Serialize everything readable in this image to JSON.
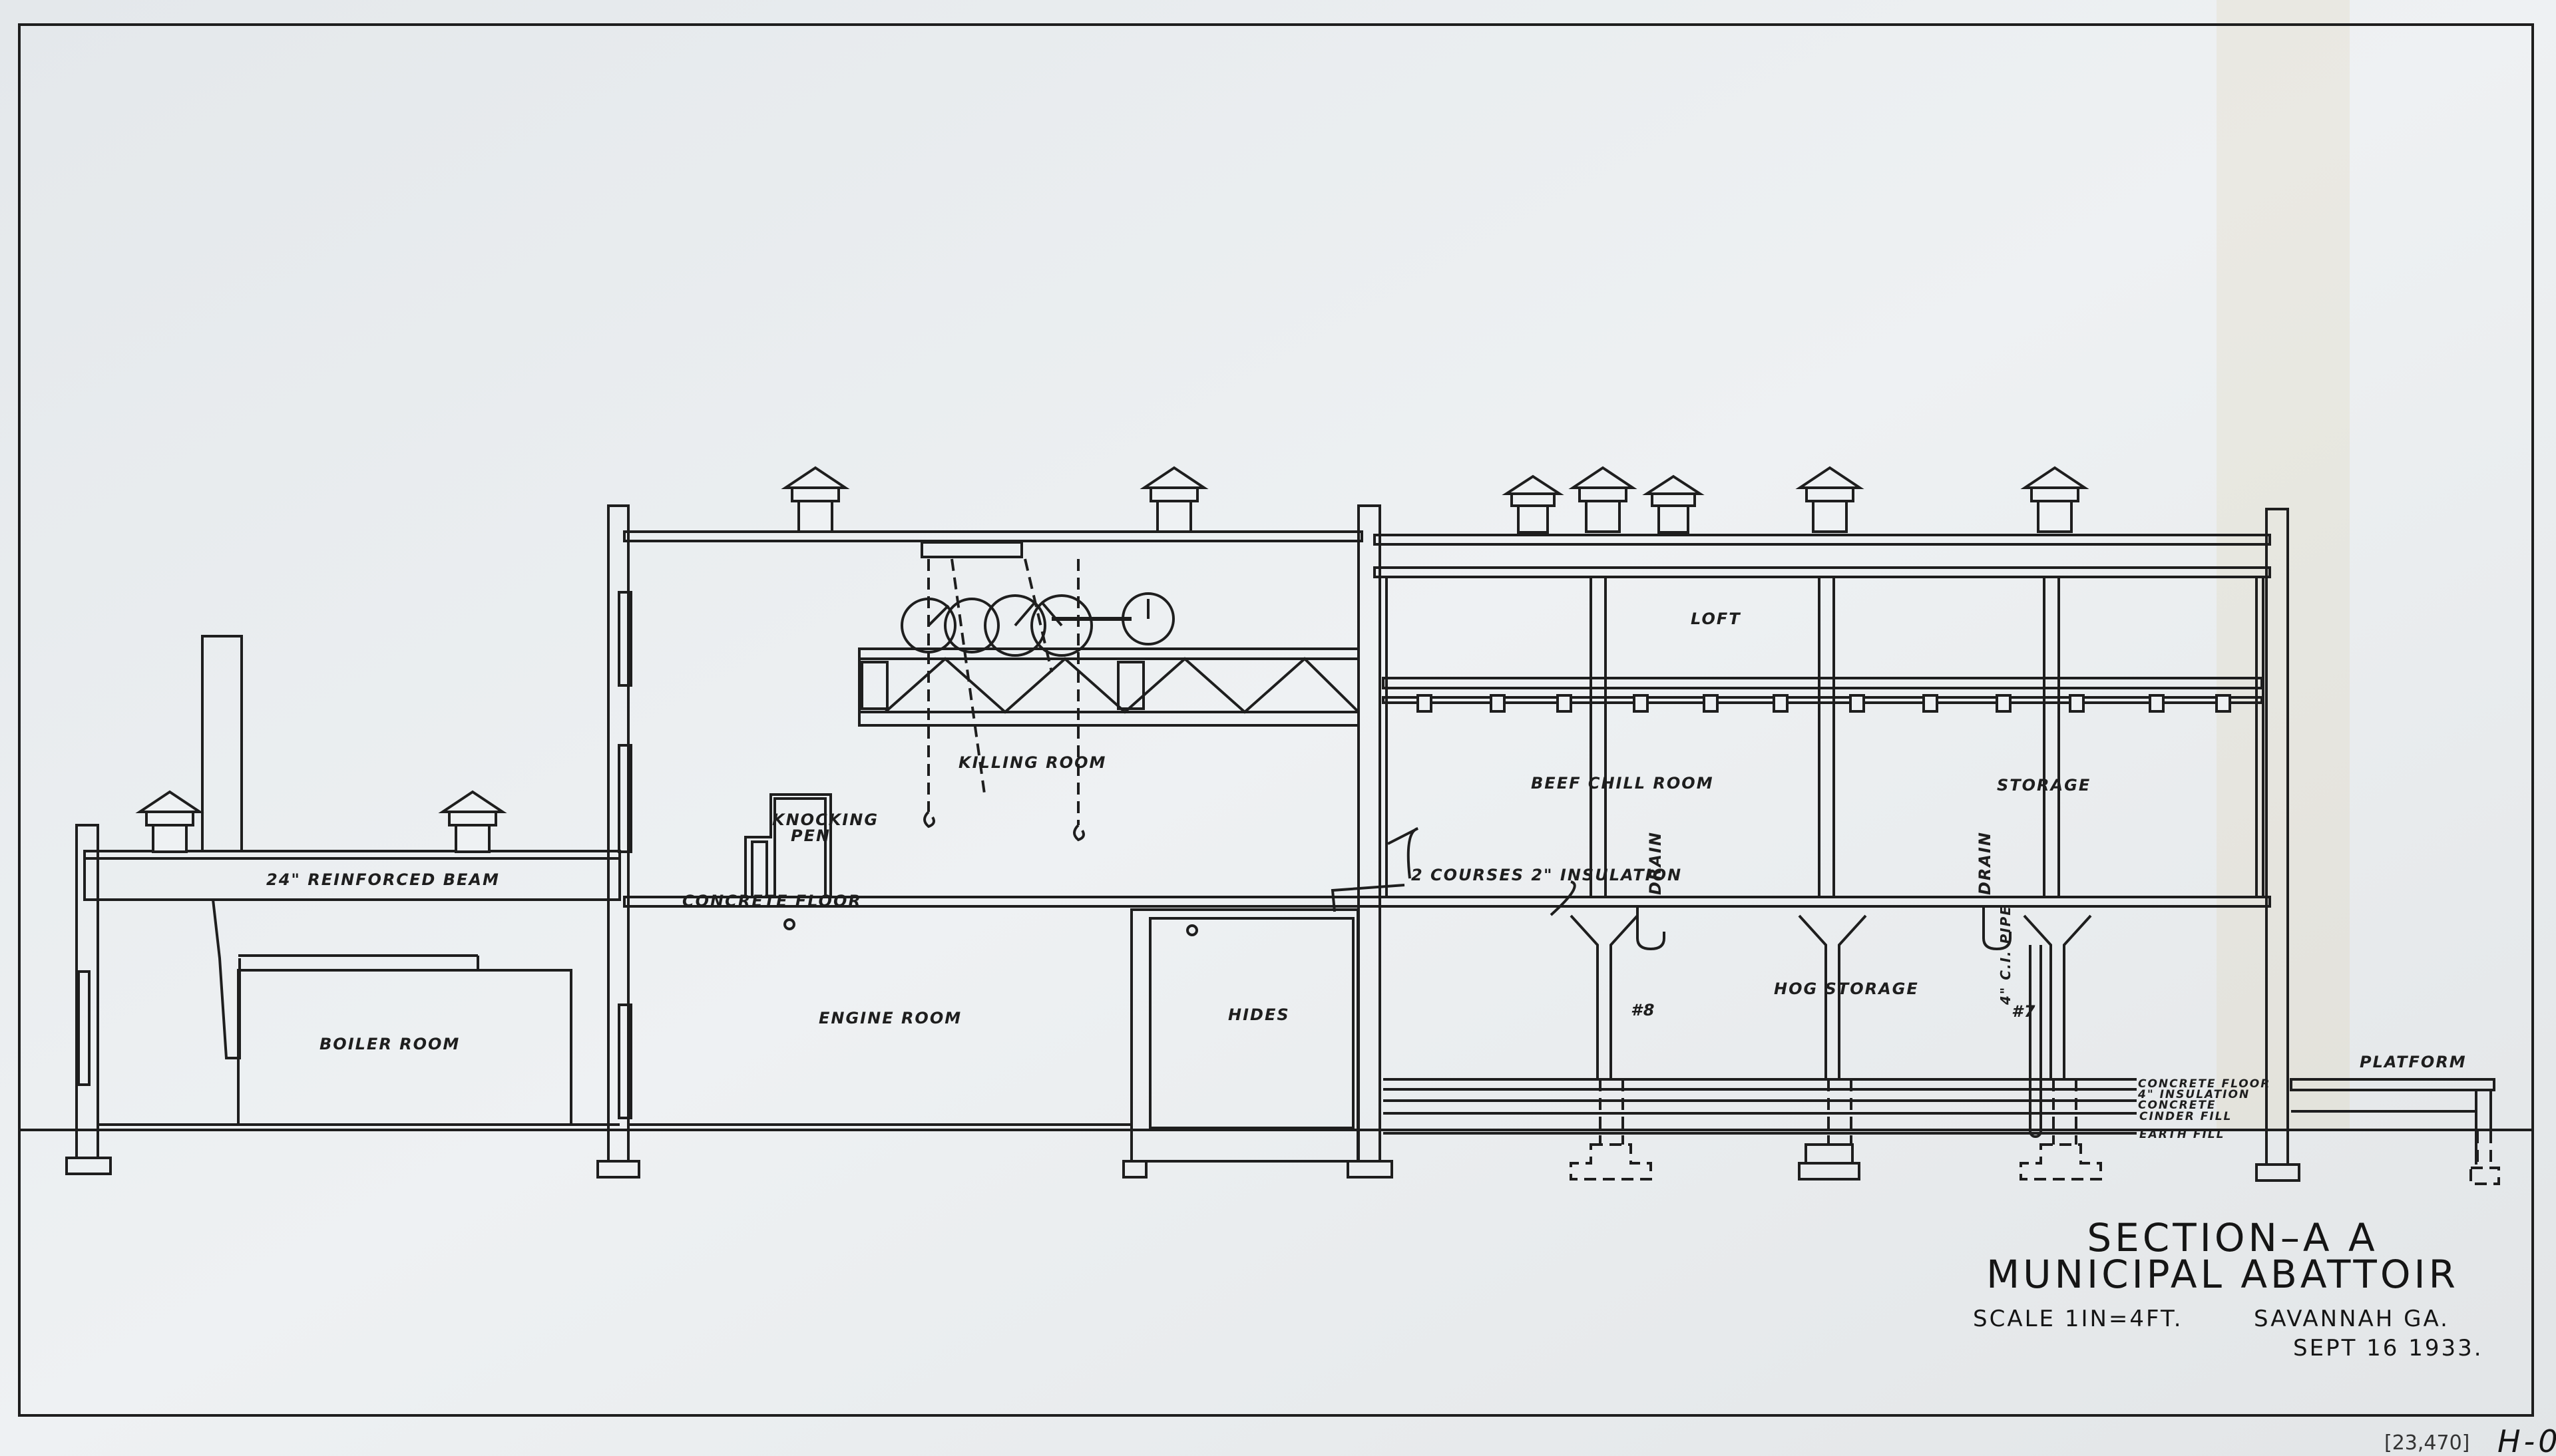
{
  "colors": {
    "paper": "#e9ecef",
    "ink": "#1e1e1e",
    "stain": "#d8c79a"
  },
  "title_block": {
    "section": "SECTION–A A",
    "title": "MUNICIPAL ABATTOIR",
    "scale": "SCALE 1IN=4FT.",
    "location": "SAVANNAH GA.",
    "date": "SEPT 16 1933."
  },
  "sheet": {
    "catalog_number": "[23,470]",
    "sheet_id": "H-0"
  },
  "labels": {
    "reinforced_beam": "24\" REINFORCED BEAM",
    "boiler_room": "BOILER ROOM",
    "concrete_floor": "CONCRETE FLOOR",
    "engine_room": "ENGINE ROOM",
    "hides": "HIDES",
    "killing_room": "KILLING ROOM",
    "knocking": "KNOCKING",
    "pen": "PEN",
    "loft": "LOFT",
    "beef_chill_room": "BEEF CHILL ROOM",
    "storage": "STORAGE",
    "insulation": "2 COURSES 2\" INSULATION",
    "drain_1": "DRAIN",
    "drain_2": "DRAIN",
    "hog_storage": "HOG STORAGE",
    "column_8": "#8",
    "column_7": "#7",
    "pipe": "4\" C.I. PIPE",
    "platform": "PLATFORM",
    "layers": [
      "CONCRETE FLOOR",
      "4\" INSULATION",
      "CONCRETE",
      "CINDER FILL",
      "EARTH FILL"
    ]
  }
}
